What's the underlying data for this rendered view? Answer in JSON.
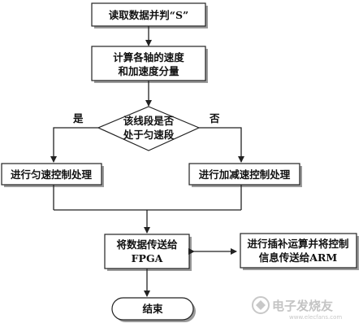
{
  "flowchart": {
    "steps": {
      "read": "读取数据并判“S”",
      "calc_line1": "计算各轴的速度",
      "calc_line2": "和加速度分量",
      "decision_line1": "该线段是否",
      "decision_line2": "处于匀速段",
      "uniform": "进行匀速控制处理",
      "accel": "进行加减速控制处理",
      "transfer_line1": "将数据传送给",
      "transfer_line2": "FPGA",
      "interp_line1": "进行插补运算并将控制",
      "interp_line2": "信息传送给ARM",
      "end": "结束"
    },
    "branches": {
      "yes": "是",
      "no": "否"
    }
  },
  "watermark": {
    "text": "电子发烧友",
    "sub": "www.elecfans.com"
  },
  "colors": {
    "stroke": "#222222",
    "shadow": "#9a9a9a",
    "watermark": "#c4c4c4"
  }
}
